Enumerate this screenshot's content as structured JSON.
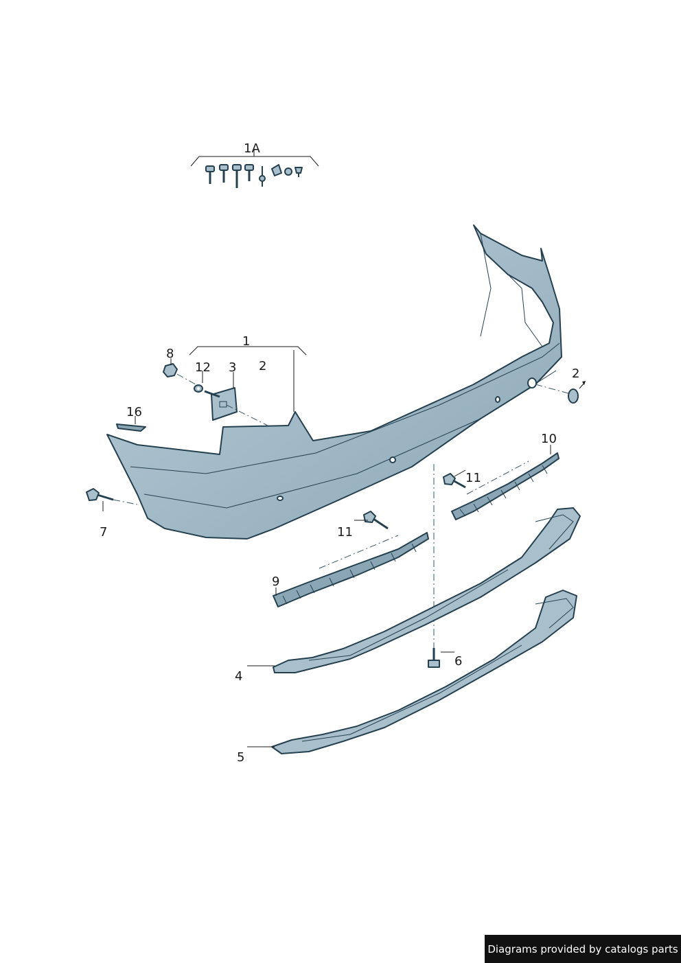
{
  "callouts": {
    "c1a": "1A",
    "c1": "1",
    "c2a": "2",
    "c2b": "2",
    "c3": "3",
    "c4": "4",
    "c5": "5",
    "c6": "6",
    "c7": "7",
    "c8": "8",
    "c9": "9",
    "c10": "10",
    "c11a": "11",
    "c11b": "11",
    "c12": "12",
    "c16": "16"
  },
  "credit": "Diagrams provided by catalogs parts",
  "colors": {
    "part_fill": "#a9bfcc",
    "part_shade": "#8aa5b4",
    "outline": "#24404f",
    "credit_bg": "#111111"
  }
}
